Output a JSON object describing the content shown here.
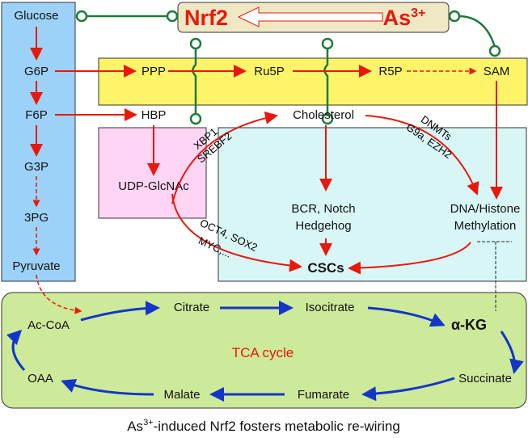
{
  "header": {
    "target": "Nrf2",
    "inducer": "As",
    "inducer_sup": "3+"
  },
  "glycolysis": [
    "Glucose",
    "G6P",
    "F6P",
    "G3P",
    "3PG",
    "Pyruvate"
  ],
  "ppp": [
    "PPP",
    "Ru5P",
    "R5P",
    "SAM"
  ],
  "hbp": [
    "HBP",
    "UDP-GlcNAc"
  ],
  "csc_panel": {
    "cholesterol": "Cholesterol",
    "signaling_1": "BCR, Notch",
    "signaling_2": "Hedgehog",
    "methylation_1": "DNA/Histone",
    "methylation_2": "Methylation",
    "cscs": "CSCs",
    "label_xbp1": "XBP1",
    "label_srebf2": "SREBF2",
    "label_dnmts": "DNMTs",
    "label_g9a": "G9a, EZH2",
    "label_oct4": "OCT4, SOX2",
    "label_myc": "MYC,..."
  },
  "tca": {
    "title": "TCA cycle",
    "nodes": [
      "Ac-CoA",
      "Citrate",
      "Isocitrate",
      "α-KG",
      "Succinate",
      "Fumarate",
      "Malate",
      "OAA"
    ]
  },
  "caption": {
    "pre": "As",
    "sup": "3+",
    "post": "-induced Nrf2 fosters metabolic re-wiring"
  },
  "colors": {
    "red": "#e8180c",
    "green": "#1f7a3c",
    "blue": "#1535c8"
  }
}
